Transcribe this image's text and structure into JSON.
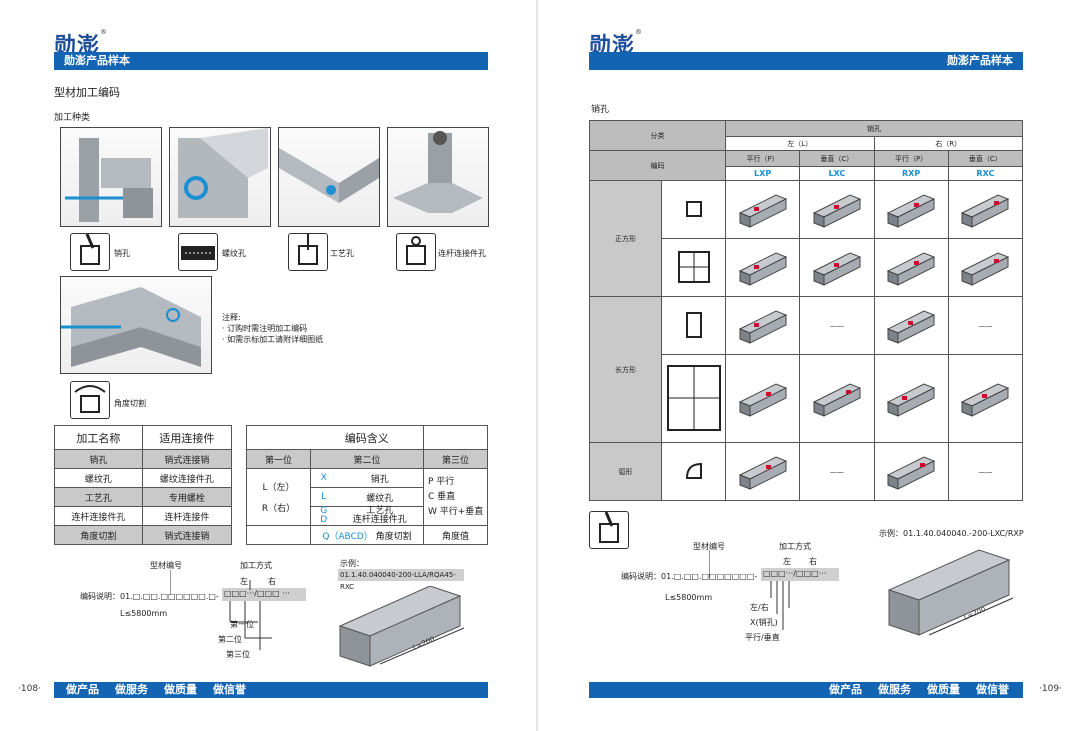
{
  "brand": {
    "logo": "勋澎"
  },
  "left": {
    "header": "勋澎产品样本",
    "title": "型材加工编码",
    "section": "加工种类",
    "types": [
      "销孔",
      "螺纹孔",
      "工艺孔",
      "连杆连接件孔"
    ],
    "angle_cut": "角度切割",
    "notes": [
      "注释:",
      "· 订购时需注明加工编码",
      "· 如需示标加工请附详细图纸"
    ],
    "table1": {
      "headers": [
        "加工名称",
        "适用连接件"
      ],
      "rows": [
        [
          "销孔",
          "销式连接销"
        ],
        [
          "螺纹孔",
          "螺纹连接件孔"
        ],
        [
          "工艺孔",
          "专用螺栓"
        ],
        [
          "连杆连接件孔",
          "连杆连接件"
        ],
        [
          "角度切割",
          "销式连接销"
        ]
      ]
    },
    "table2": {
      "title": "编码含义",
      "headers": [
        "第一位",
        "第二位",
        "第三位"
      ],
      "first": [
        "L（左）",
        "R（右）"
      ],
      "second": [
        [
          "X",
          "销孔"
        ],
        [
          "L",
          "螺纹孔"
        ],
        [
          "G\nD",
          "工艺孔\n连杆连接件孔"
        ],
        [
          "Q（ABCD）",
          "角度切割"
        ]
      ],
      "third": [
        "P 平行",
        "C 垂直",
        "W 平行+垂直"
      ],
      "third_last": "角度值"
    },
    "code": {
      "profile_label": "型材编号",
      "method_label": "加工方式",
      "left_label": "左",
      "right_label": "右",
      "desc": "编码说明：01.□.□□.□□□□□□.□-",
      "box": "□□□···/□□□ ···",
      "length": "L≤5800mm",
      "first": "第一位",
      "second": "第二位",
      "third": "第三位"
    },
    "example": {
      "label": "示例：",
      "code": "01.1.40.040040-200-LLA/RQA45-RXC",
      "dim": "L=200"
    },
    "footer": [
      "做产品",
      "做服务",
      "做质量",
      "做信誉"
    ],
    "page": "·108·"
  },
  "right": {
    "header": "勋澎产品样本",
    "section": "销孔",
    "table": {
      "category": "分类",
      "pin": "销孔",
      "left": "左（L）",
      "right": "右（R）",
      "code": "编码",
      "cols": [
        "平行（P）",
        "垂直（C）",
        "平行（P）",
        "垂直（C）"
      ],
      "codes": [
        "LXP",
        "LXC",
        "RXP",
        "RXC"
      ],
      "groups": [
        "正方形",
        "长方形",
        "弧形"
      ]
    },
    "code": {
      "profile_label": "型材编号",
      "method_label": "加工方式",
      "left_label": "左",
      "right_label": "右",
      "desc": "编码说明：01.□.□□.□□□□□□□-",
      "box": "□□□···/□□□···",
      "length": "L≤5800mm",
      "lr": "左/右",
      "x": "X(销孔)",
      "pc": "平行/垂直"
    },
    "example": {
      "label": "示例：01.1.40.040040.-200-LXC/RXP",
      "dim": "L=200"
    },
    "footer": [
      "做产品",
      "做服务",
      "做质量",
      "做信誉"
    ],
    "page": "·109·"
  },
  "colors": {
    "accent": "#1464b4",
    "code": "#1a8fd1",
    "mark": "#c8102e"
  }
}
